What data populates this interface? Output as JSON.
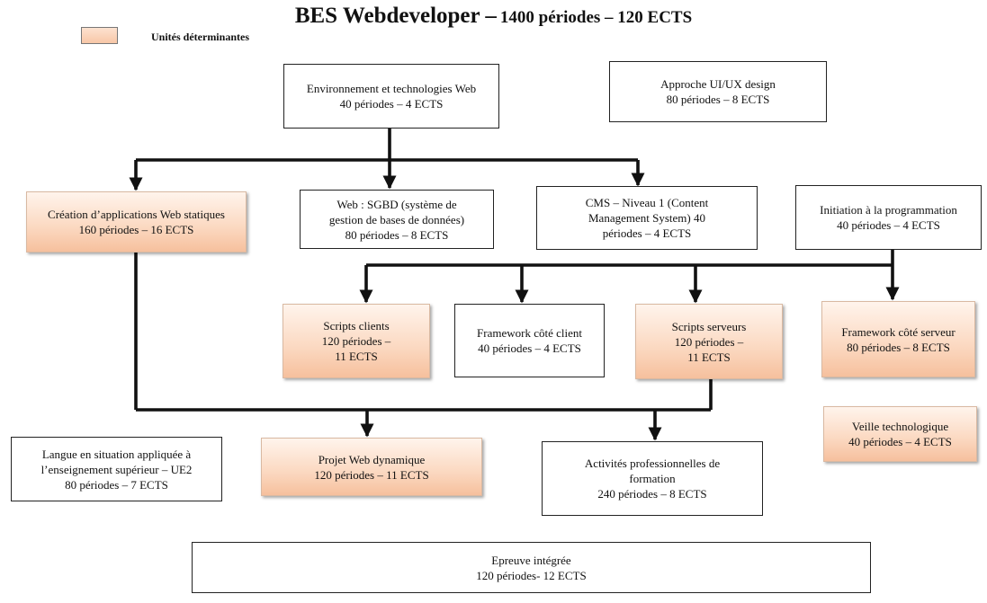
{
  "title": {
    "main": "BES Webdeveloper –",
    "sub": "1400 périodes – 120 ECTS"
  },
  "legend": {
    "label": "Unités déterminantes",
    "color": "#f8c7a7"
  },
  "colors": {
    "determinante_fill": "#fbd8c0",
    "normal_fill": "#ffffff",
    "line": "#111111"
  },
  "units": {
    "env_web": {
      "lines": [
        "Environnement et technologies Web",
        "40 périodes – 4 ECTS"
      ],
      "determinante": false
    },
    "uiux": {
      "lines": [
        "Approche UI/UX design",
        "80 périodes – 8 ECTS"
      ],
      "determinante": false
    },
    "web_statique": {
      "lines": [
        "Création d’applications Web statiques",
        "160 périodes – 16 ECTS"
      ],
      "determinante": true
    },
    "sgbd": {
      "lines": [
        "Web : SGBD (système de",
        "gestion de bases de données)",
        "80 périodes – 8 ECTS"
      ],
      "determinante": false
    },
    "cms": {
      "lines": [
        "CMS – Niveau 1 (Content",
        "Management System) 40",
        "périodes – 4 ECTS"
      ],
      "determinante": false
    },
    "init_prog": {
      "lines": [
        "Initiation à la programmation",
        "40 périodes – 4 ECTS"
      ],
      "determinante": false
    },
    "scripts_clients": {
      "lines": [
        "Scripts clients",
        "120 périodes –",
        "11 ECTS"
      ],
      "determinante": true
    },
    "fw_client": {
      "lines": [
        "Framework côté client",
        "40 périodes – 4 ECTS"
      ],
      "determinante": false
    },
    "scripts_serveurs": {
      "lines": [
        "Scripts serveurs",
        "120 périodes –",
        "11 ECTS"
      ],
      "determinante": true
    },
    "fw_serveur": {
      "lines": [
        "Framework côté serveur",
        "80 périodes – 8 ECTS"
      ],
      "determinante": true
    },
    "veille": {
      "lines": [
        "Veille technologique",
        "40 périodes –  4 ECTS"
      ],
      "determinante": true
    },
    "langue": {
      "lines": [
        "Langue en situation appliquée à",
        "l’enseignement supérieur – UE2",
        "80 périodes – 7 ECTS"
      ],
      "determinante": false
    },
    "projet_web": {
      "lines": [
        "Projet Web dynamique",
        "120 périodes – 11 ECTS"
      ],
      "determinante": true
    },
    "activites": {
      "lines": [
        "Activités professionnelles de",
        "formation",
        "240 périodes – 8 ECTS"
      ],
      "determinante": false
    },
    "epreuve": {
      "lines": [
        "Epreuve intégrée",
        "120 périodes- 12 ECTS"
      ],
      "determinante": false
    }
  }
}
